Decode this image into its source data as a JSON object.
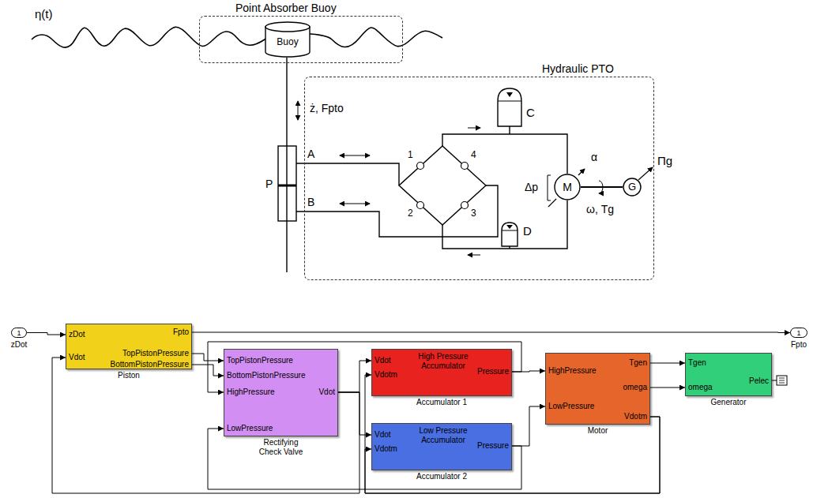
{
  "diagram": {
    "nodes": [
      {
        "text": [
          "Point Absorber Buoy"
        ]
      },
      {
        "text": [
          "Buoy"
        ],
        "in": 0
      },
      {
        "text": [
          "Hydraulic PTO"
        ]
      },
      {
        "text": [
          "M"
        ],
        "in": 2
      },
      {
        "text": [
          "G"
        ],
        "in": 2
      },
      {
        "text": [
          "1",
          "zDot"
        ]
      },
      {
        "text": [
          "zDot",
          "Vdot",
          "Fpto",
          "TopPistonPressure",
          "BottomPistonPressure",
          "Piston"
        ]
      },
      {
        "text": [
          "TopPistonPressure",
          "BottomPistonPressure",
          "HighPressure",
          "LowPressure",
          "Vdot",
          "Rectifying Check Valve"
        ]
      },
      {
        "text": [
          "Vdot",
          "Vdotm",
          "High Pressure Accumulator",
          "Pressure",
          "Accumulator 1"
        ]
      },
      {
        "text": [
          "Vdot",
          "Vdotm",
          "Low Pressure Accumulator",
          "Pressure",
          "Accumulator 2"
        ]
      },
      {
        "text": [
          "HighPressure",
          "LowPressure",
          "Tgen",
          "omega",
          "Vdotm",
          "Motor"
        ]
      },
      {
        "text": [
          "Tgen",
          "omega",
          "Pelec",
          "Generator"
        ]
      },
      {
        "text": [
          "1",
          "Fpto"
        ]
      }
    ],
    "edges": [
      {
        "from": 5,
        "to": 6,
        "arrow": "to"
      },
      {
        "from": 6,
        "to": 12,
        "arrow": "to"
      },
      {
        "from": 6,
        "to": 7,
        "arrow": "to"
      },
      {
        "from": 6,
        "to": 7,
        "arrow": "to"
      },
      {
        "from": 7,
        "to": 8,
        "arrow": "to"
      },
      {
        "from": 7,
        "to": 9,
        "arrow": "to"
      },
      {
        "from": 7,
        "to": 6,
        "arrow": "to"
      },
      {
        "from": 8,
        "to": 10,
        "arrow": "to"
      },
      {
        "from": 8,
        "to": 7,
        "arrow": "to"
      },
      {
        "from": 9,
        "to": 10,
        "arrow": "to"
      },
      {
        "from": 9,
        "to": 7,
        "arrow": "to"
      },
      {
        "from": 10,
        "to": 11,
        "arrow": "to"
      },
      {
        "from": 10,
        "to": 11,
        "arrow": "to"
      },
      {
        "from": 10,
        "to": 8,
        "arrow": "to"
      },
      {
        "from": 10,
        "to": 9,
        "arrow": "to"
      },
      {
        "from": 3,
        "to": 4,
        "arrow": "none"
      }
    ],
    "labels": [
      "η(t)",
      "ż, Fpto",
      "P",
      "A",
      "B",
      "1",
      "2",
      "3",
      "4",
      "C",
      "D",
      "Δp",
      "α",
      "ω, Tg",
      "Πg"
    ]
  }
}
